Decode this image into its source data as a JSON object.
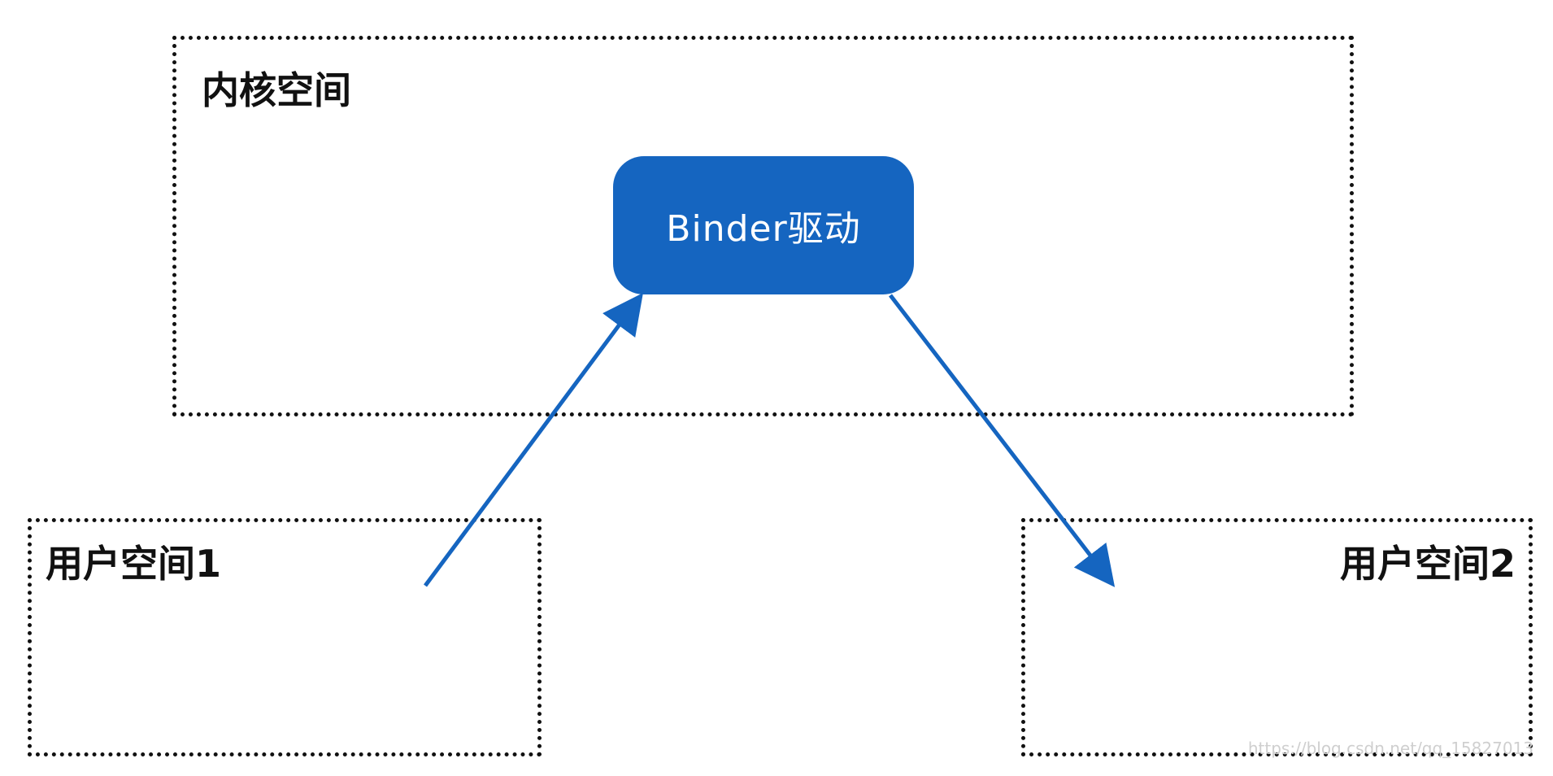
{
  "diagram": {
    "kernel_space": {
      "label": "内核空间"
    },
    "user_space_1": {
      "label": "用户空间1"
    },
    "user_space_2": {
      "label": "用户空间2"
    },
    "binder_driver": {
      "label": "Binder驱动"
    },
    "edges": [
      {
        "from": "用户空间1",
        "to": "Binder驱动"
      },
      {
        "from": "Binder驱动",
        "to": "用户空间2"
      }
    ],
    "colors": {
      "accent": "#1565c0",
      "border": "#111111",
      "text": "#111111"
    }
  },
  "watermark": "https://blog.csdn.net/qq_15827013"
}
